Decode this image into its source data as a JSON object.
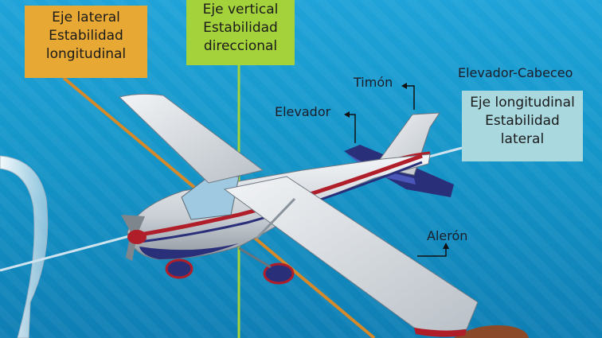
{
  "boxes": {
    "lateral": {
      "line1": "Eje lateral",
      "line2": "Estabilidad",
      "line3": "longitudinal",
      "color": "#e8a934"
    },
    "vertical": {
      "line1": "Eje vertical",
      "line2": "Estabilidad",
      "line3": "direccional",
      "color": "#a4d23a"
    },
    "longitudinal": {
      "line1": "Eje longitudinal",
      "line2": "Estabilidad",
      "line3": "lateral",
      "color": "#a9d8df"
    }
  },
  "labels": {
    "timon": "Timón",
    "elevador": "Elevador",
    "elevador_cabeceo": "Elevador-Cabeceo",
    "aleron": "Alerón"
  },
  "colors": {
    "background": "#1596c9",
    "fuselage": "#d9dde2",
    "stripe": "#b01e2a",
    "accent_navy": "#2a2f7a",
    "axis_lateral": "#d48a2a",
    "axis_vertical": "#a4d23a",
    "axis_longitudinal": "#cfe3ee"
  }
}
